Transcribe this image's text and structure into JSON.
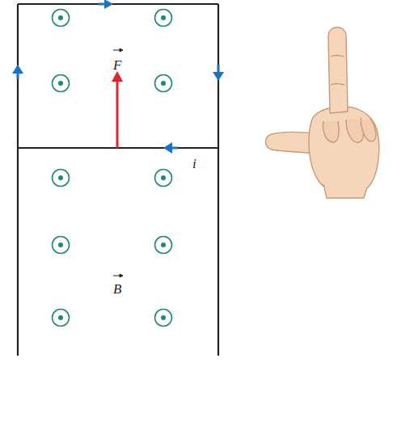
{
  "diagram": {
    "labels": [
      "F",
      "B",
      "i"
    ]
  }
}
